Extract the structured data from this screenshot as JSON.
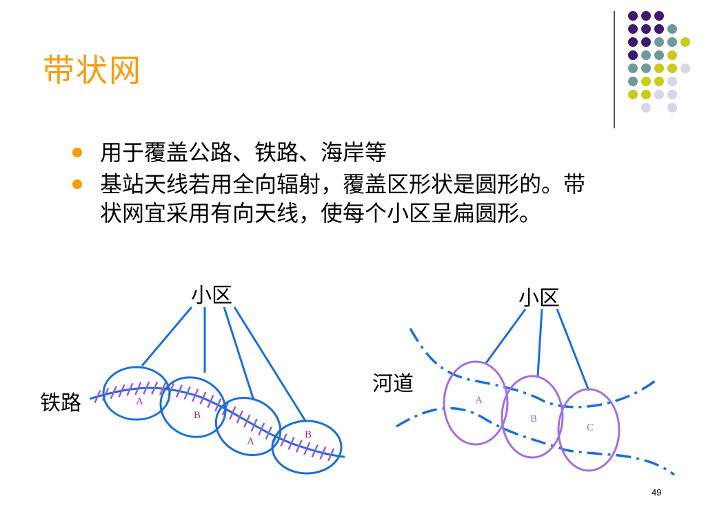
{
  "slide": {
    "title": "带状网",
    "bullets": [
      "用于覆盖公路、铁路、海岸等",
      "基站天线若用全向辐射，覆盖区形状是圆形的。带状网宜采用有向天线，使每个小区呈扁圆形。"
    ],
    "page_number": "49"
  },
  "diagram": {
    "left": {
      "cell_label": "小区",
      "route_label": "铁路",
      "cells": [
        "A",
        "B",
        "A",
        "B"
      ]
    },
    "right": {
      "cell_label": "小区",
      "route_label": "河道",
      "cells": [
        "A",
        "B",
        "C"
      ]
    }
  },
  "colors": {
    "title": "#f39c12",
    "bullet": "#f39c12",
    "blue_line": "#1a6fd6",
    "hatch": "#9b59d6",
    "left_cell_letter": "#8e24aa",
    "right_ellipse": "#a070e0",
    "right_cell_letter": "#9c6ce0",
    "dot_purple": "#3d1a6e",
    "dot_teal": "#6f9a9a",
    "dot_yellow": "#c8cc1a",
    "dot_lavender": "#d6d6ea"
  }
}
